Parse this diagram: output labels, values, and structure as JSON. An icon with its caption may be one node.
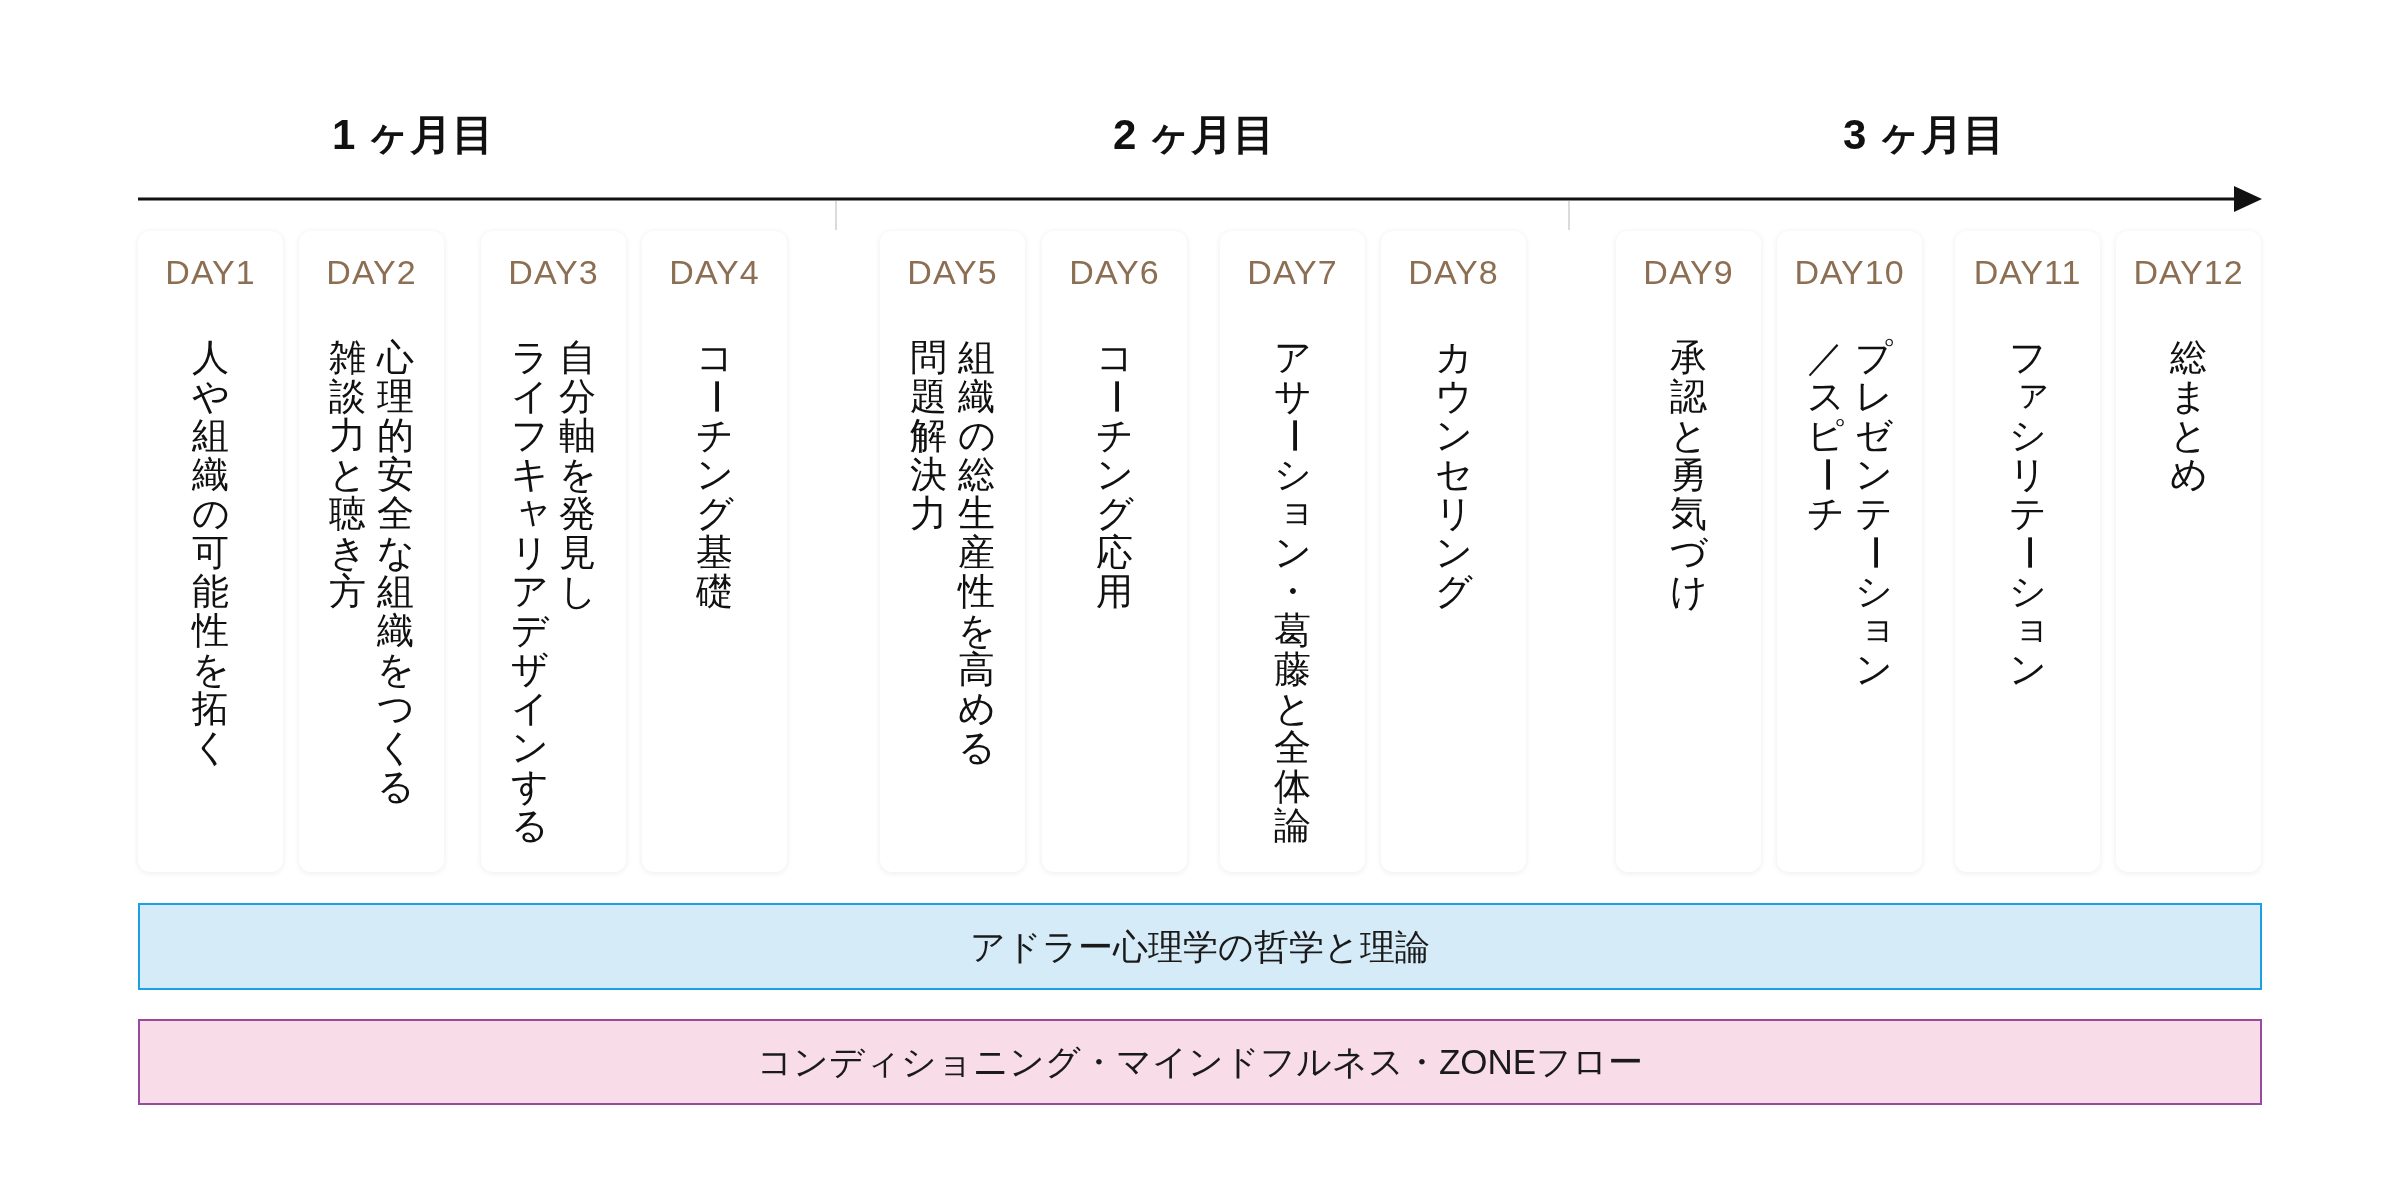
{
  "diagram": {
    "nodes": [
      {
        "text": [
          "DAY1",
          "人や組織の可能性を拓く"
        ]
      },
      {
        "text": [
          "DAY2",
          "心理的安全な組織をつくる雑談力と聴き方"
        ]
      },
      {
        "text": [
          "DAY3",
          "自分軸を発見しライフキャリアデザインする"
        ]
      },
      {
        "text": [
          "DAY4",
          "コーチング基礎"
        ]
      },
      {
        "text": [
          "DAY5",
          "組織の総生産性を高める問題解決力"
        ]
      },
      {
        "text": [
          "DAY6",
          "コーチング応用"
        ]
      },
      {
        "text": [
          "DAY7",
          "アサーション・葛藤と全体論"
        ]
      },
      {
        "text": [
          "DAY8",
          "カウンセリング"
        ]
      },
      {
        "text": [
          "DAY9",
          "承認と勇気づけ"
        ]
      },
      {
        "text": [
          "DAY10",
          "プレゼンテーション／スピーチ"
        ]
      },
      {
        "text": [
          "DAY11",
          "ファシリテーション"
        ]
      },
      {
        "text": [
          "DAY12",
          "総まとめ"
        ]
      },
      {
        "text": [
          "アドラー心理学の哲学と理論"
        ]
      },
      {
        "text": [
          "コンディショニング・マインドフルネス・ZONEフロー"
        ]
      }
    ],
    "labels": [
      "1 ヶ月目",
      "2 ヶ月目",
      "3 ヶ月目"
    ]
  }
}
